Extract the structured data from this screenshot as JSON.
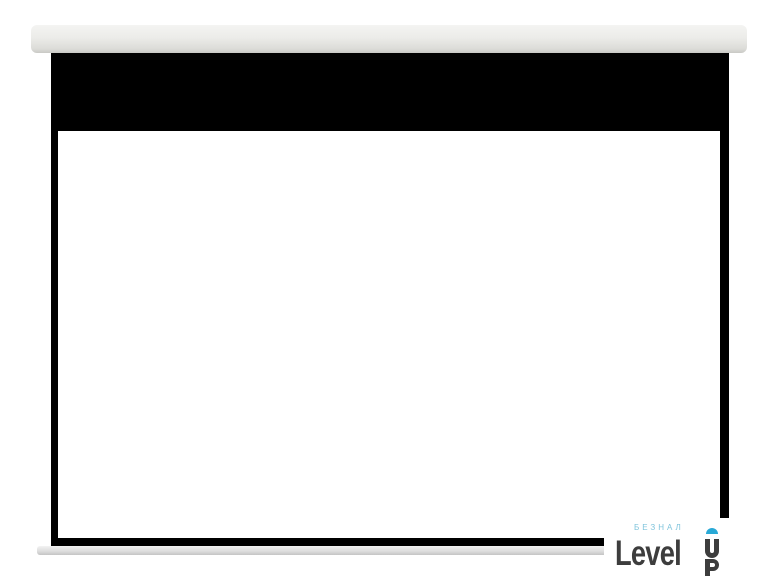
{
  "colors": {
    "housing": "#ecece9",
    "frame": "#000000",
    "surface": "#ffffff",
    "logo_text": "#3d3d3d",
    "logo_accent": "#29a9d6"
  },
  "logo": {
    "small_text": "БЕЗНАЛ",
    "main_text": "Level",
    "mark_text": "UP"
  }
}
